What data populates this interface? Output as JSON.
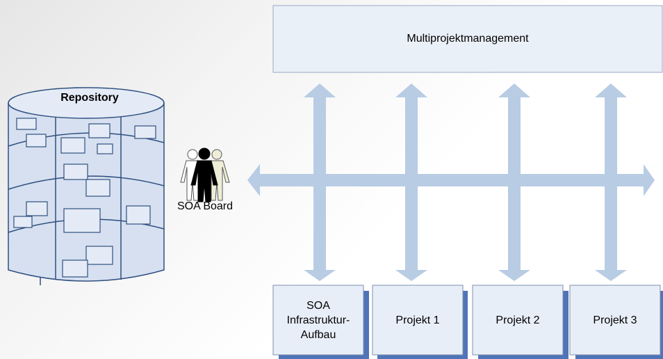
{
  "top_box": {
    "label": "Multiprojektmanagement"
  },
  "repository": {
    "title": "Repository"
  },
  "soa_board": {
    "label": "SOA Board"
  },
  "projects": [
    {
      "label": "SOA\nInfrastruktur-\nAufbau"
    },
    {
      "label": "Projekt 1"
    },
    {
      "label": "Projekt 2"
    },
    {
      "label": "Projekt 3"
    }
  ],
  "colors": {
    "arrow": "#b8cce4",
    "box_fill": "#e8eef8",
    "box_border": "#9aa8c4",
    "shadow": "#4f74b8",
    "repo_fill": "#d6e0f0",
    "repo_stroke": "#2f4f7f"
  },
  "icons": [
    "people-icon"
  ]
}
